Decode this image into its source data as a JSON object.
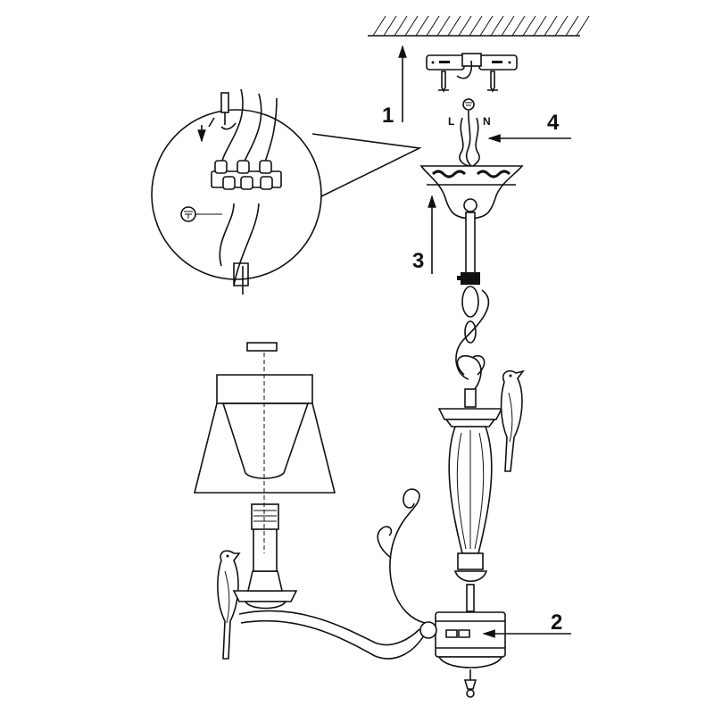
{
  "diagram": {
    "step_labels": [
      "1",
      "2",
      "3",
      "4"
    ],
    "wire_labels": {
      "live": "L",
      "neutral": "N"
    },
    "colors": {
      "line": "#111111",
      "background": "#ffffff"
    }
  }
}
